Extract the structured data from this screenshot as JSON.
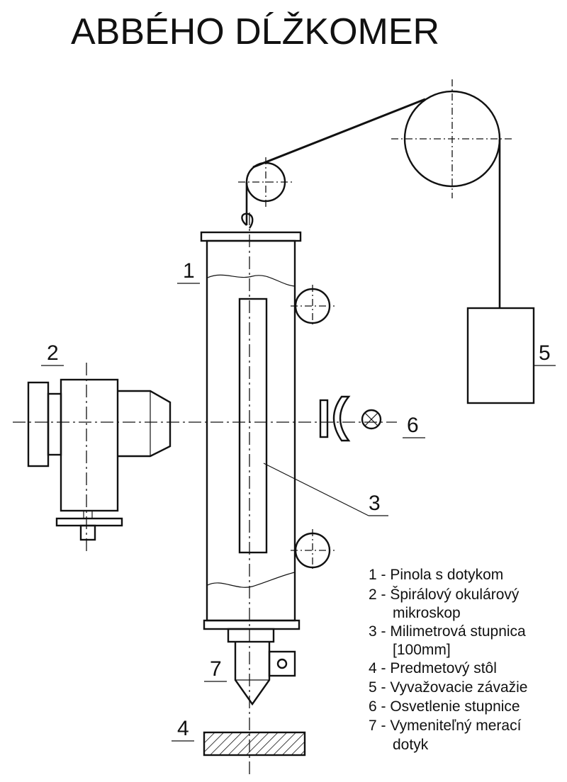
{
  "title": "ABBÉHO DĹŽKOMER",
  "callouts": {
    "c1": "1",
    "c2": "2",
    "c3": "3",
    "c4": "4",
    "c5": "5",
    "c6": "6",
    "c7": "7"
  },
  "legend": {
    "line1": "1 - Pinola s dotykom",
    "line2": "2 - Špirálový okulárový",
    "line3": "mikroskop",
    "line4": "3 - Milimetrová stupnica",
    "line5": "[100mm]",
    "line6": "4 - Predmetový stôl",
    "line7": "5 - Vyvažovacie závažie",
    "line8": "6 - Osvetlenie stupnice",
    "line9": "7 - Vymeniteľný merací",
    "line10": "dotyk"
  }
}
